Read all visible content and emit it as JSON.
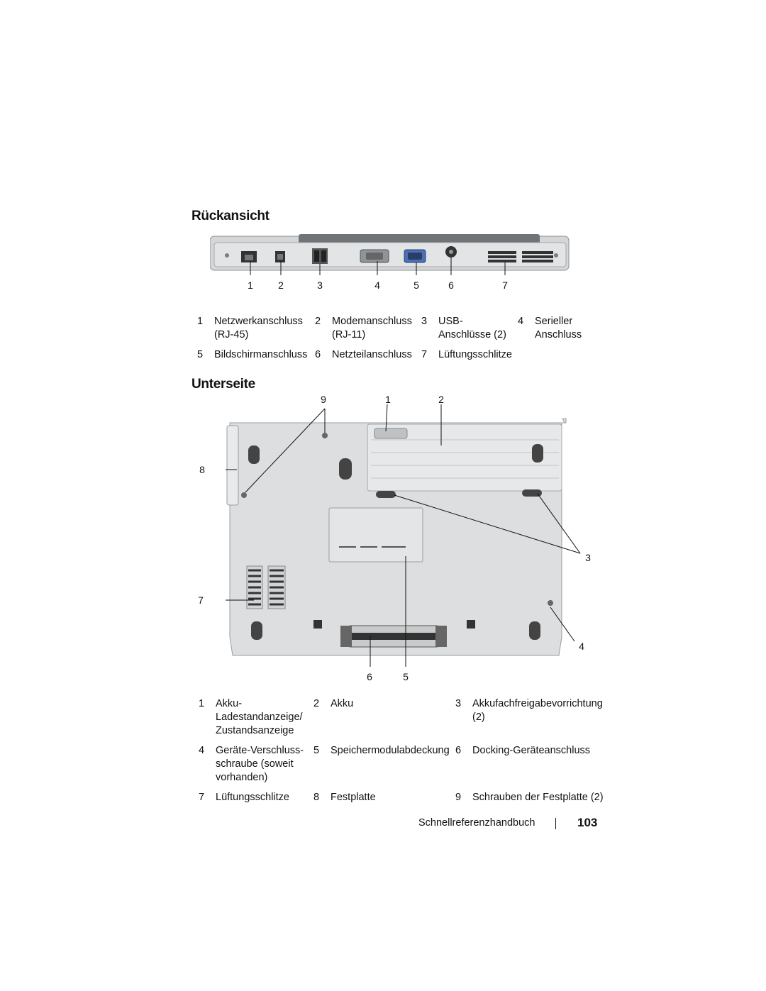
{
  "rear": {
    "heading": "Rückansicht",
    "callouts": [
      "1",
      "2",
      "3",
      "4",
      "5",
      "6",
      "7"
    ],
    "legend": [
      [
        {
          "n": "1",
          "t": "Netzwerkanschluss\n(RJ-45)"
        },
        {
          "n": "2",
          "t": "Modemanschluss\n(RJ-11)"
        },
        {
          "n": "3",
          "t": "USB-\nAnschlüsse (2)"
        },
        {
          "n": "4",
          "t": "Serieller\nAnschluss"
        }
      ],
      [
        {
          "n": "5",
          "t": "Bildschirmanschluss"
        },
        {
          "n": "6",
          "t": "Netzteilanschluss"
        },
        {
          "n": "7",
          "t": "Lüftungsschlitze"
        },
        {
          "n": "",
          "t": ""
        }
      ]
    ]
  },
  "bottom": {
    "heading": "Unterseite",
    "callouts": [
      "9",
      "1",
      "2",
      "8",
      "3",
      "7",
      "4",
      "6",
      "5"
    ],
    "legend": [
      [
        {
          "n": "1",
          "t": "Akku-\nLadestandanzeige/\nZustandsanzeige"
        },
        {
          "n": "2",
          "t": "Akku"
        },
        {
          "n": "3",
          "t": "Akkufachfreigabevorrichtung (2)"
        }
      ],
      [
        {
          "n": "4",
          "t": "Geräte-Verschluss-\nschraube (soweit\nvorhanden)"
        },
        {
          "n": "5",
          "t": "Speichermodulabdeckung"
        },
        {
          "n": "6",
          "t": "Docking-Geräteanschluss"
        }
      ],
      [
        {
          "n": "7",
          "t": "Lüftungsschlitze"
        },
        {
          "n": "8",
          "t": "Festplatte"
        },
        {
          "n": "9",
          "t": "Schrauben der Festplatte (2)"
        }
      ]
    ]
  },
  "footer": {
    "title": "Schnellreferenzhandbuch",
    "page": "103"
  },
  "colors": {
    "chassis": "#c9cbcd",
    "chassis_dark": "#8e9194",
    "text": "#111111"
  }
}
